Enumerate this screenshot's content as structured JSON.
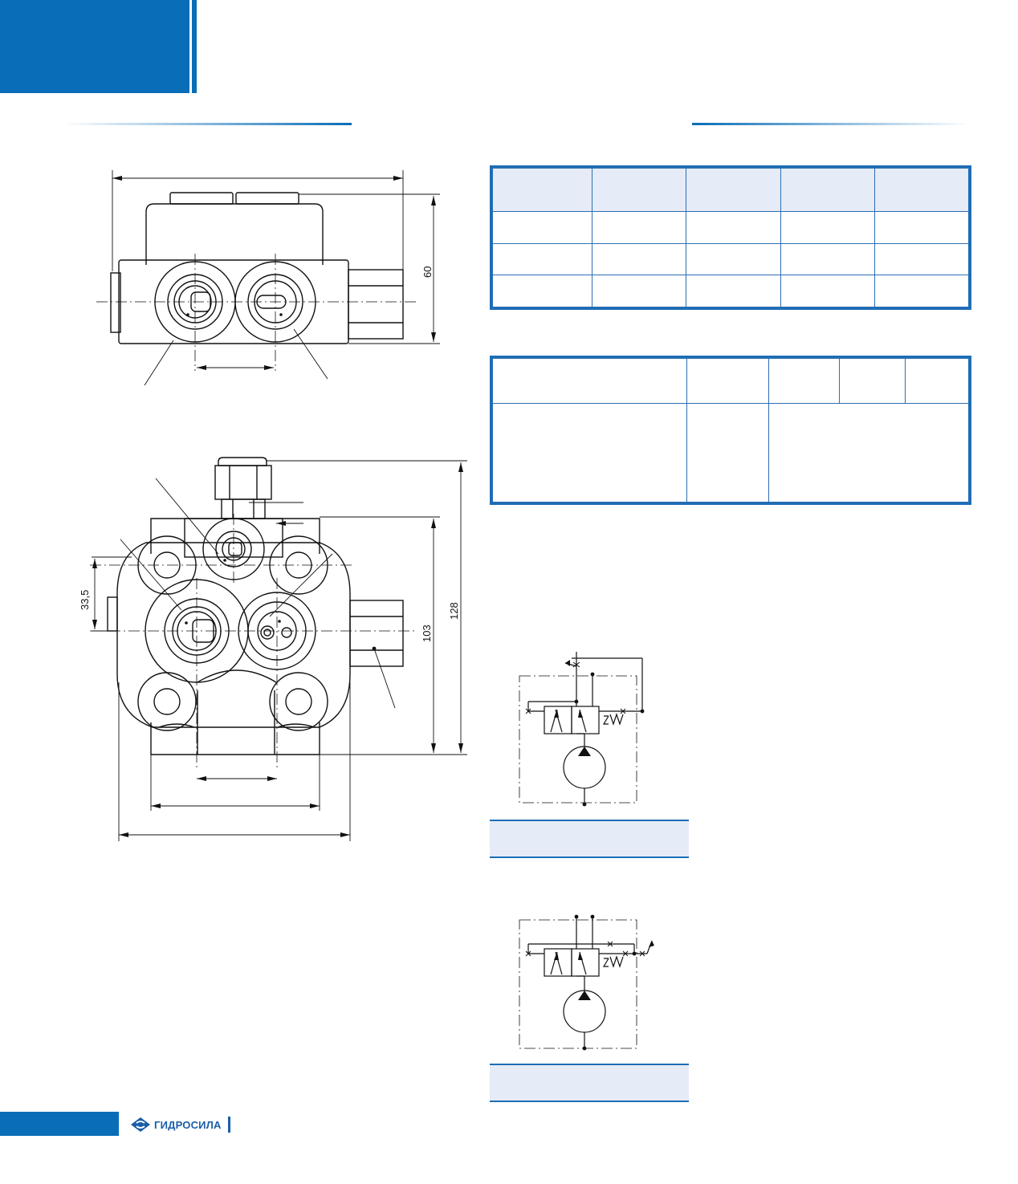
{
  "dimensions": {
    "top_view_height": "60",
    "front_height_outer": "128",
    "front_height_inner": "103",
    "left_offset": "33,5"
  },
  "branding": {
    "name": "ГИДРОСИЛА",
    "accent_color": "#0a6db7"
  },
  "icons": {
    "logo": "gidrosila-logo-icon"
  }
}
